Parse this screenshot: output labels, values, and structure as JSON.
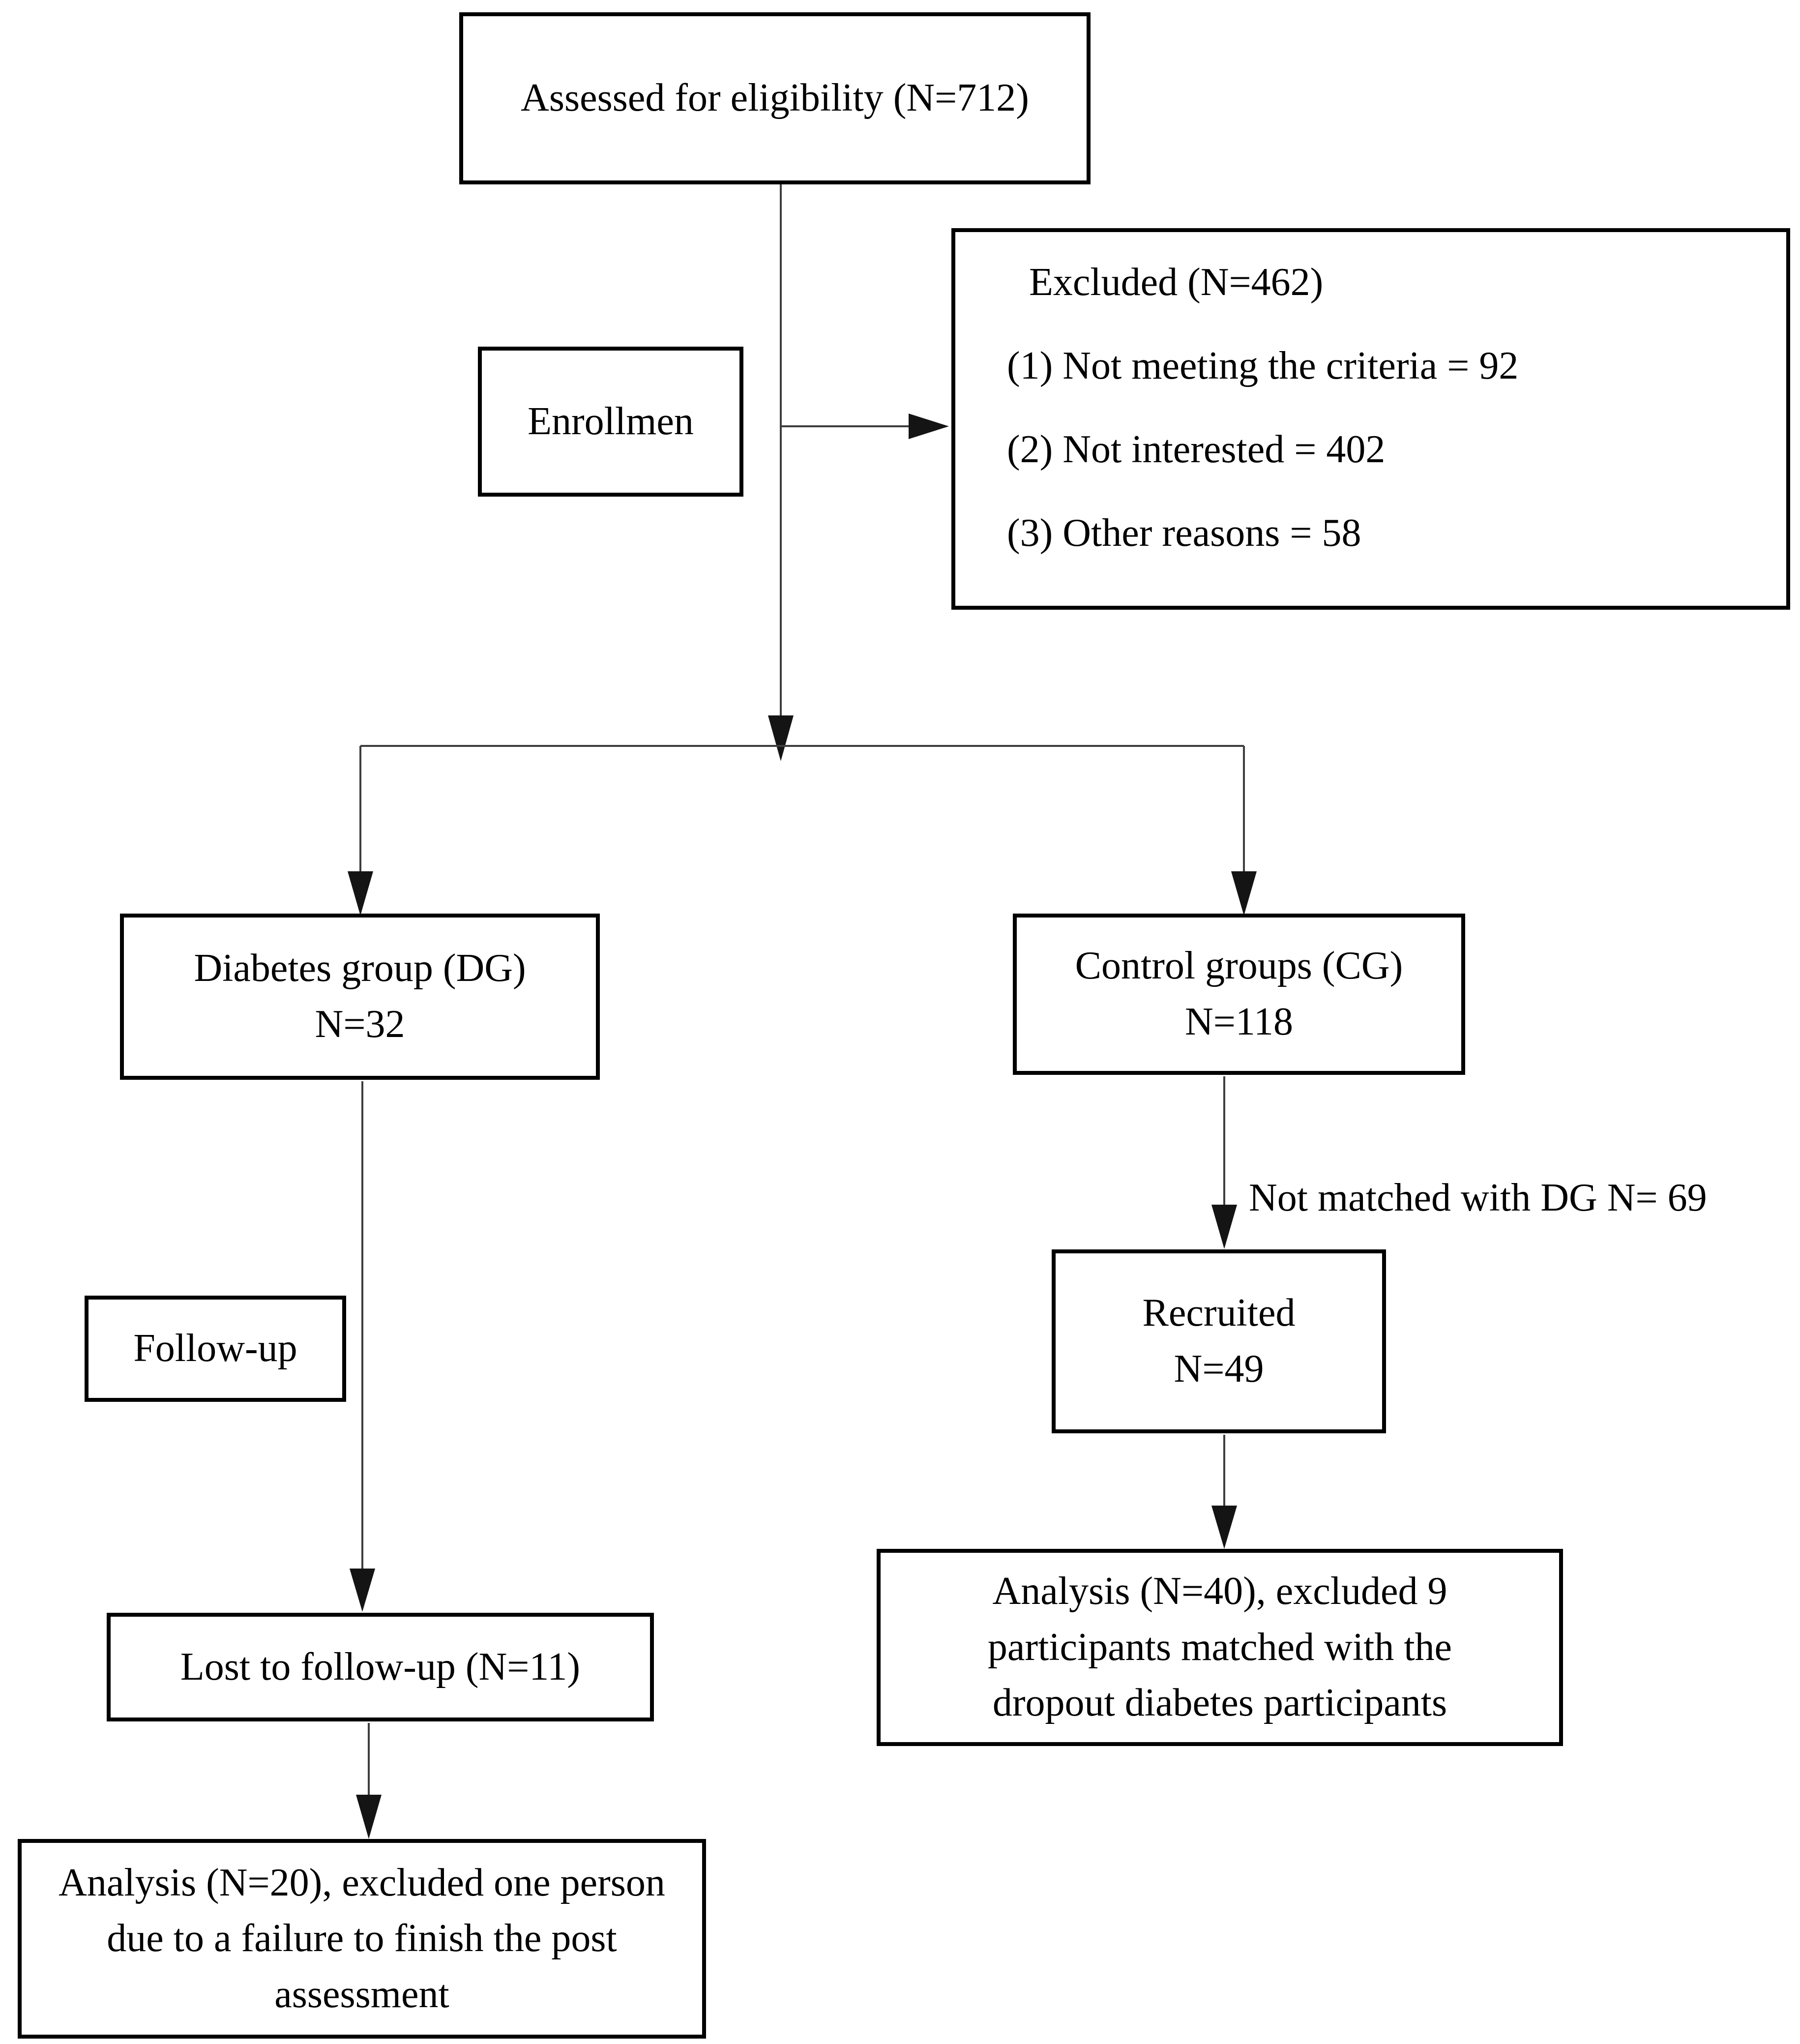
{
  "figure": {
    "background_color": "#ffffff",
    "line_color": "#3d3d3d",
    "border_color": "#000000",
    "text_color": "#000000",
    "boxes": {
      "assessed": {
        "label": "Assessed for eligibility (N=712)"
      },
      "enrollment": {
        "label": "Enrollmen"
      },
      "excluded": {
        "title": "Excluded (N=462)",
        "reasons": [
          "(1) Not meeting the criteria = 92",
          "(2) Not interested = 402",
          "(3) Other reasons = 58"
        ]
      },
      "diabetes_group": {
        "line1": "Diabetes group (DG)",
        "line2": "N=32"
      },
      "control_group": {
        "line1": "Control groups (CG)",
        "line2": "N=118"
      },
      "follow_up": {
        "label": "Follow-up"
      },
      "recruited": {
        "line1": "Recruited",
        "line2": "N=49"
      },
      "lost_to_follow_up": {
        "label": "Lost to follow-up (N=11)"
      },
      "analysis_dg": {
        "label": "Analysis (N=20), excluded one person due to a failure to finish the post assessment"
      },
      "analysis_cg": {
        "label": "Analysis (N=40), excluded 9 participants matched with the dropout diabetes participants"
      }
    },
    "edge_labels": {
      "not_matched": "Not matched with DG N= 69"
    }
  }
}
